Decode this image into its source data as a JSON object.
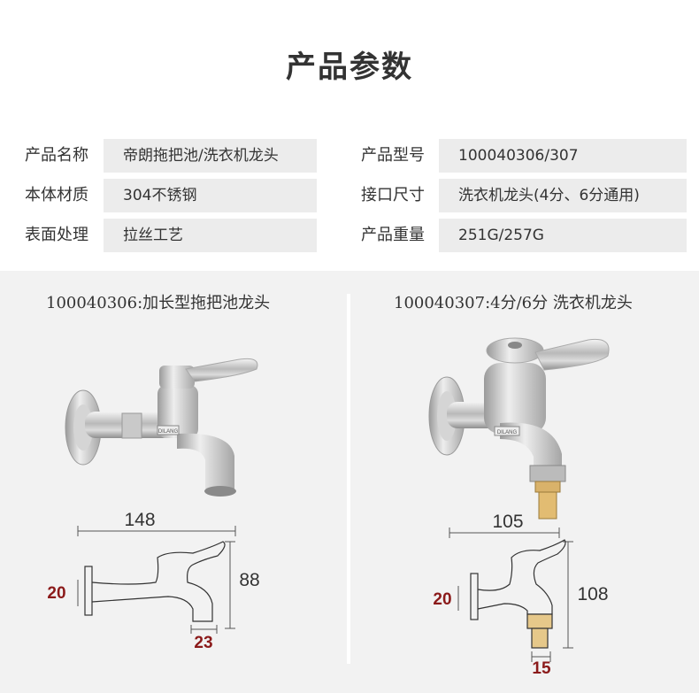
{
  "title": "产品参数",
  "specs": {
    "name_label": "产品名称",
    "name_value": "帝朗拖把池/洗衣机龙头",
    "model_label": "产品型号",
    "model_value": "100040306/307",
    "material_label": "本体材质",
    "material_value": "304不锈钢",
    "interface_label": "接口尺寸",
    "interface_value": "洗衣机龙头(4分、6分通用)",
    "surface_label": "表面处理",
    "surface_value": "拉丝工艺",
    "weight_label": "产品重量",
    "weight_value": "251G/257G"
  },
  "products": [
    {
      "title": "100040306:加长型拖把池龙头",
      "dims": {
        "length": "148",
        "height": "88",
        "base": "20",
        "spout": "23"
      },
      "brand_mark": "DILANG"
    },
    {
      "title": "100040307:4分/6分 洗衣机龙头",
      "dims": {
        "length": "105",
        "height": "108",
        "base": "20",
        "spout": "15"
      },
      "brand_mark": "DILANG"
    }
  ],
  "colors": {
    "cell_bg": "#ececec",
    "lower_bg": "#f2f2f2",
    "dim_red": "#8b1a1a"
  }
}
